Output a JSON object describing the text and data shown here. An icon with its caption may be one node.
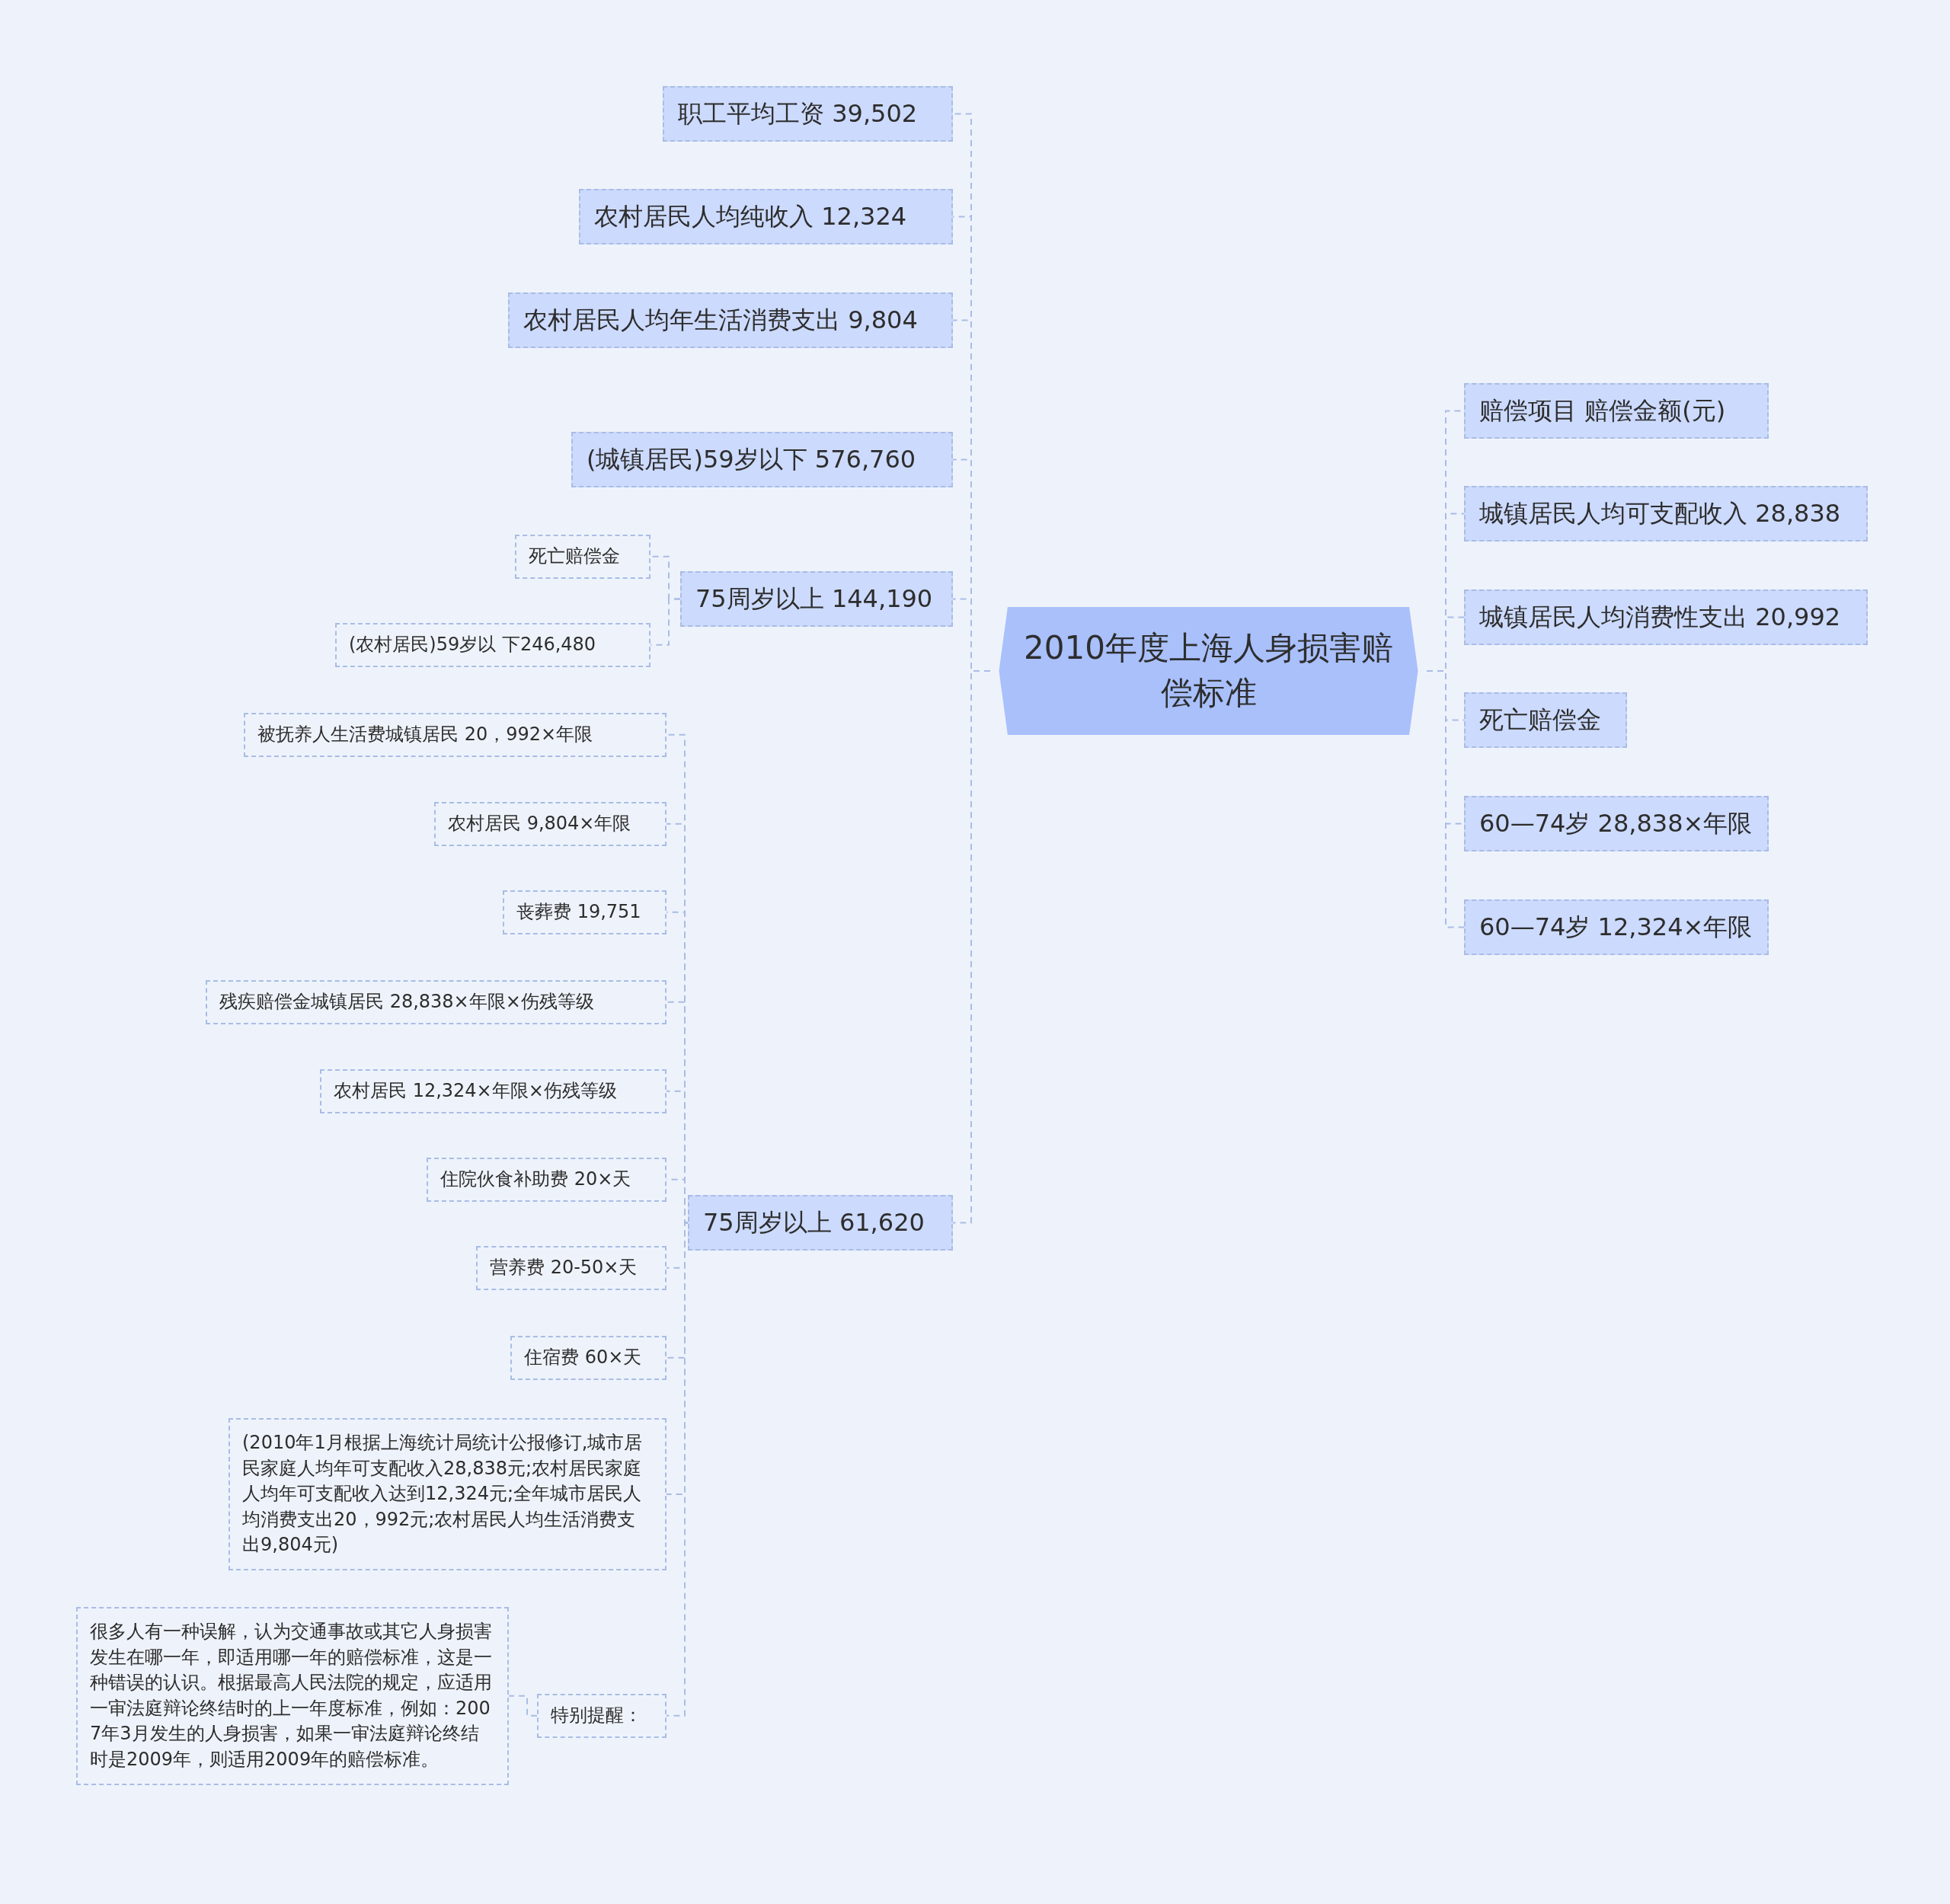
{
  "diagram": {
    "nodes": [
      {
        "text": [
          "2010年度上海人身损害赔偿标准"
        ]
      },
      {
        "text": [
          "职工平均工资 39,502"
        ]
      },
      {
        "text": [
          "农村居民人均纯收入 12,324"
        ]
      },
      {
        "text": [
          "农村居民人均年生活消费支出 9,804"
        ]
      },
      {
        "text": [
          "(城镇居民)59岁以下 576,760"
        ]
      },
      {
        "text": [
          "75周岁以上 144,190"
        ]
      },
      {
        "text": [
          "死亡赔偿金"
        ]
      },
      {
        "text": [
          "(农村居民)59岁以 下246,480"
        ]
      },
      {
        "text": [
          "75周岁以上 61,620"
        ]
      },
      {
        "text": [
          "被抚养人生活费城镇居民 20，992×年限"
        ]
      },
      {
        "text": [
          "农村居民 9,804×年限"
        ]
      },
      {
        "text": [
          "丧葬费 19,751"
        ]
      },
      {
        "text": [
          "残疾赔偿金城镇居民 28,838×年限×伤残等级"
        ]
      },
      {
        "text": [
          "农村居民 12,324×年限×伤残等级"
        ]
      },
      {
        "text": [
          "住院伙食补助费 20×天"
        ]
      },
      {
        "text": [
          "营养费 20-50×天"
        ]
      },
      {
        "text": [
          "住宿费 60×天"
        ]
      },
      {
        "text": [
          "(2010年1月根据上海统计局统计公报修订,城市居民家庭人均年可支配收入28,838元;农村居民家庭人均年可支配收入达到12,324元;全年城市居民人均消费支出20，992元;农村居民人均生活消费支出9,804元)"
        ]
      },
      {
        "text": [
          "特别提醒："
        ]
      },
      {
        "text": [
          "很多人有一种误解，认为交通事故或其它人身损害发生在哪一年，即适用哪一年的赔偿标准，这是一种错误的认识。根据最高人民法院的规定，应适用一审法庭辩论终结时的上一年度标准，例如：2007年3月发生的人身损害，如果一审法庭辩论终结时是2009年，则适用2009年的赔偿标准。"
        ]
      },
      {
        "text": [
          "赔偿项目 赔偿金额(元)"
        ]
      },
      {
        "text": [
          "城镇居民人均可支配收入 28,838"
        ]
      },
      {
        "text": [
          "城镇居民人均消费性支出 20,992"
        ]
      },
      {
        "text": [
          "死亡赔偿金"
        ]
      },
      {
        "text": [
          "60—74岁 28,838×年限"
        ]
      },
      {
        "text": [
          "60—74岁 12,324×年限"
        ]
      }
    ],
    "edges": [
      {
        "from": 0,
        "to": 1,
        "arrow": "none"
      },
      {
        "from": 0,
        "to": 2,
        "arrow": "none"
      },
      {
        "from": 0,
        "to": 3,
        "arrow": "none"
      },
      {
        "from": 0,
        "to": 4,
        "arrow": "none"
      },
      {
        "from": 0,
        "to": 5,
        "arrow": "none"
      },
      {
        "from": 5,
        "to": 6,
        "arrow": "none"
      },
      {
        "from": 5,
        "to": 7,
        "arrow": "none"
      },
      {
        "from": 0,
        "to": 8,
        "arrow": "none"
      },
      {
        "from": 8,
        "to": 9,
        "arrow": "none"
      },
      {
        "from": 8,
        "to": 10,
        "arrow": "none"
      },
      {
        "from": 8,
        "to": 11,
        "arrow": "none"
      },
      {
        "from": 8,
        "to": 12,
        "arrow": "none"
      },
      {
        "from": 8,
        "to": 13,
        "arrow": "none"
      },
      {
        "from": 8,
        "to": 14,
        "arrow": "none"
      },
      {
        "from": 8,
        "to": 15,
        "arrow": "none"
      },
      {
        "from": 8,
        "to": 16,
        "arrow": "none"
      },
      {
        "from": 8,
        "to": 17,
        "arrow": "none"
      },
      {
        "from": 8,
        "to": 18,
        "arrow": "none"
      },
      {
        "from": 18,
        "to": 19,
        "arrow": "none"
      },
      {
        "from": 0,
        "to": 20,
        "arrow": "none"
      },
      {
        "from": 0,
        "to": 21,
        "arrow": "none"
      },
      {
        "from": 0,
        "to": 22,
        "arrow": "none"
      },
      {
        "from": 0,
        "to": 23,
        "arrow": "none"
      },
      {
        "from": 0,
        "to": 24,
        "arrow": "none"
      },
      {
        "from": 0,
        "to": 25,
        "arrow": "none"
      }
    ]
  }
}
